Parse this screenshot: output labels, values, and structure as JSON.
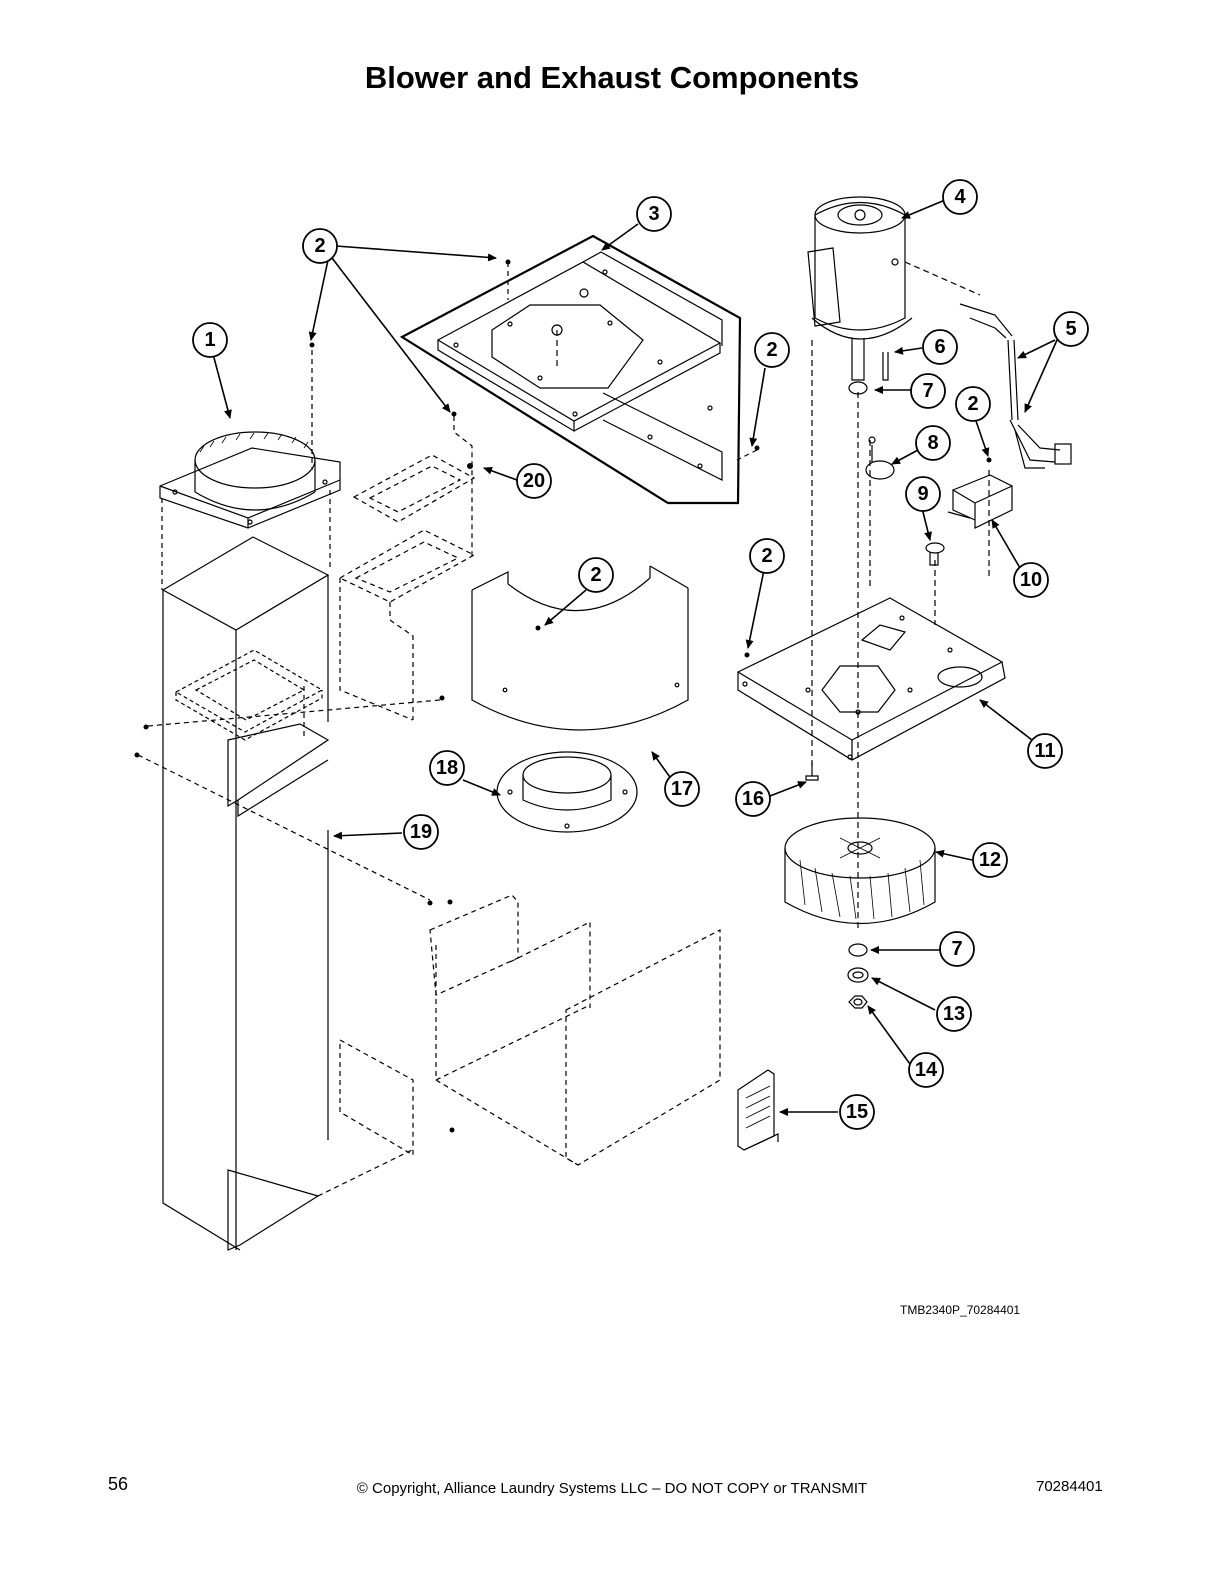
{
  "page": {
    "title": "Blower and Exhaust Components",
    "drawing_code": "TMB2340P_70284401",
    "page_number": "56",
    "copyright": "© Copyright, Alliance Laundry Systems LLC – DO NOT COPY or TRANSMIT",
    "document_number": "70284401"
  },
  "callouts": [
    "1",
    "2",
    "3",
    "4",
    "5",
    "6",
    "7",
    "8",
    "9",
    "10",
    "11",
    "12",
    "13",
    "14",
    "15",
    "16",
    "17",
    "18",
    "19",
    "20"
  ],
  "colors": {
    "ink": "#000000",
    "paper": "#ffffff",
    "shade": "#eeeeee"
  }
}
